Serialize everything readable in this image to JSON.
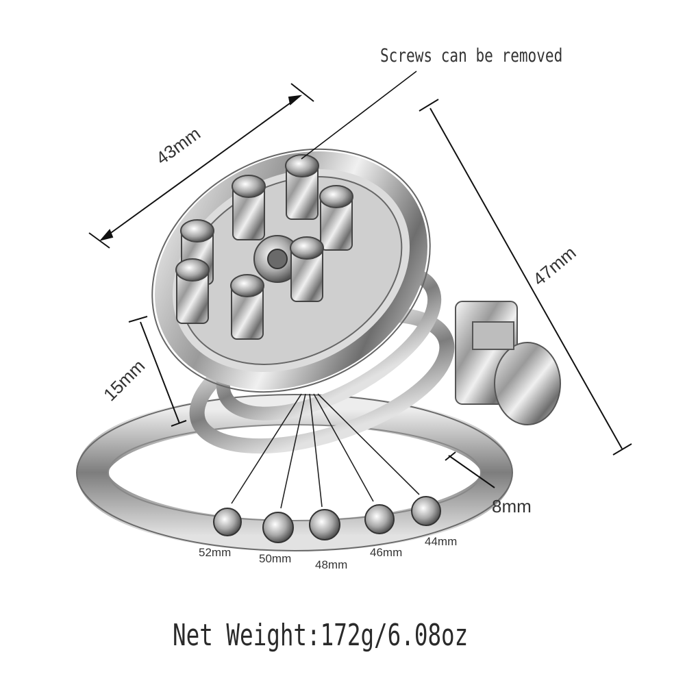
{
  "callout": {
    "text": "Screws can be removed"
  },
  "dimensions": {
    "width": "43mm",
    "height": "47mm",
    "cage_depth": "15mm",
    "ring_thickness": "8mm"
  },
  "ring_sizes": [
    "52mm",
    "50mm",
    "48mm",
    "46mm",
    "44mm"
  ],
  "footer": {
    "weight": "Net Weight:172g/6.08oz"
  },
  "colors": {
    "text": "#333333",
    "metal_light": "#f4f4f4",
    "metal_dark": "#5a5a5a"
  }
}
